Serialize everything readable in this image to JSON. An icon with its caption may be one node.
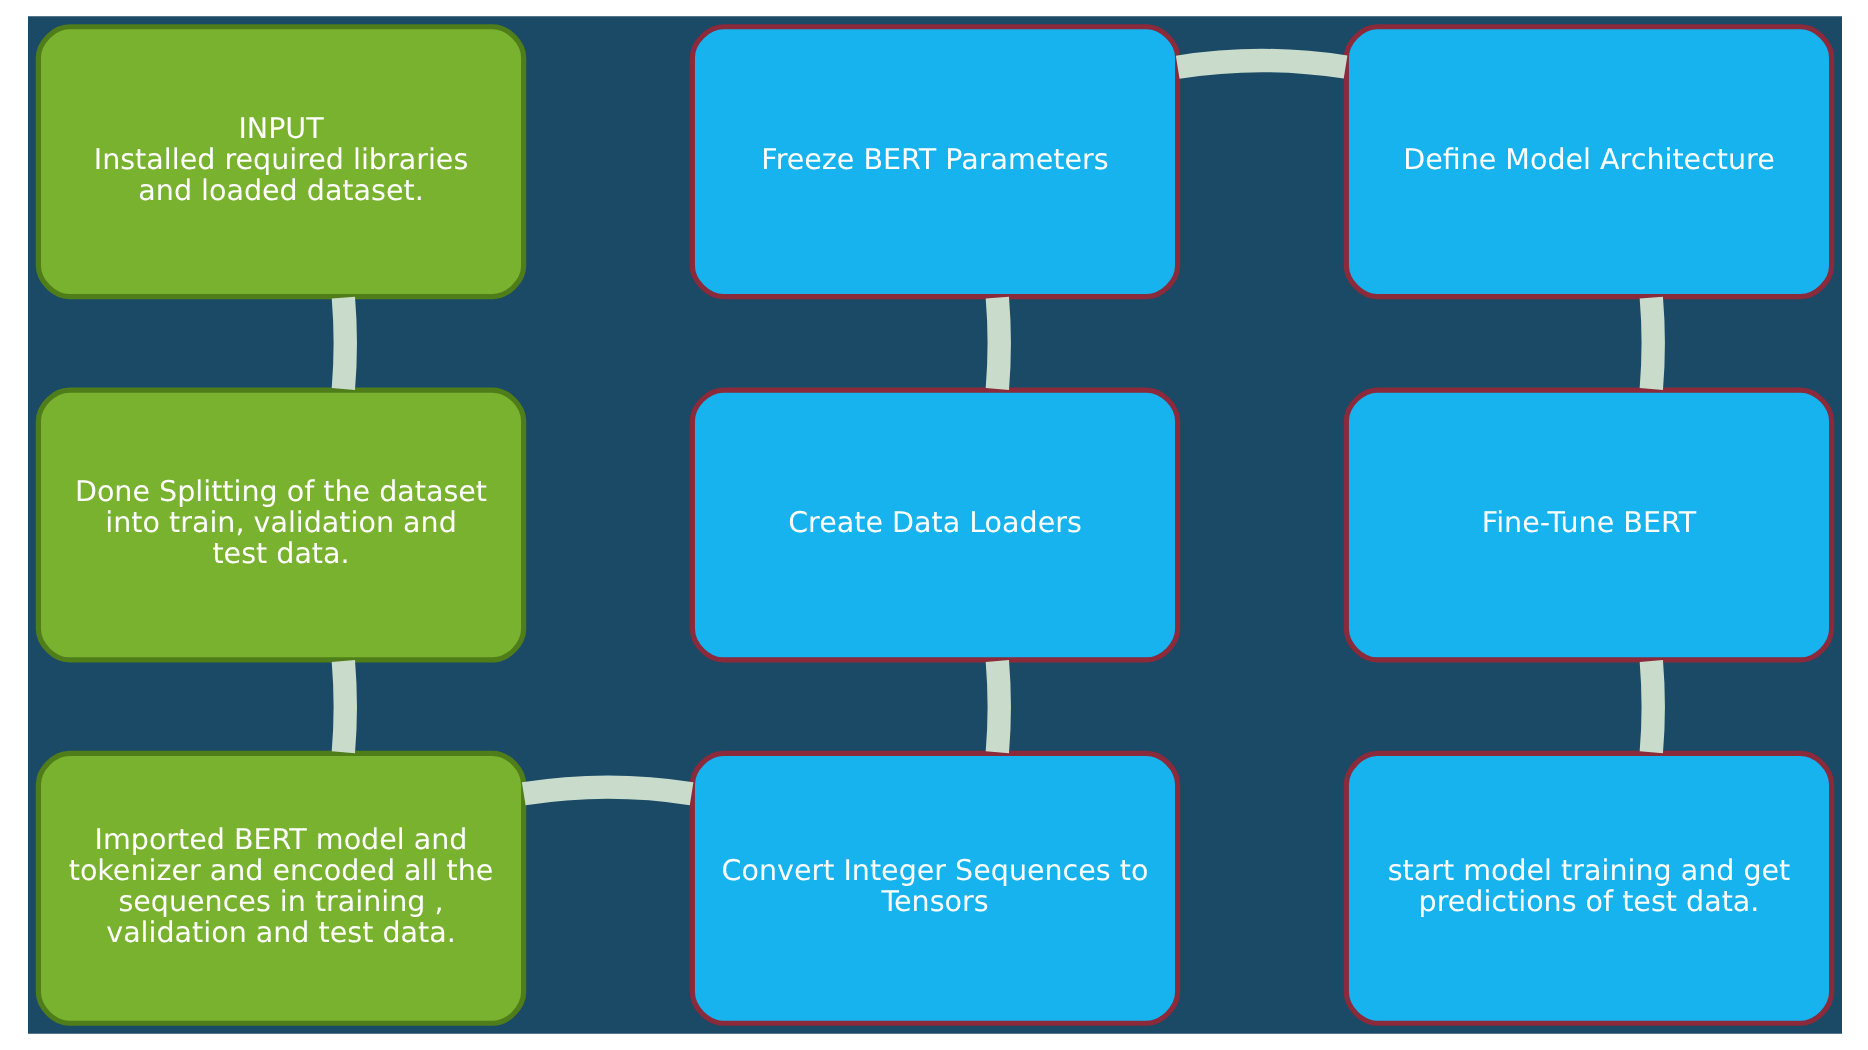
{
  "diagram": {
    "nodes": [
      {
        "text": [
          "INPUT",
          "Installed required libraries and loaded dataset."
        ]
      },
      {
        "text": [
          "Freeze BERT Parameters"
        ]
      },
      {
        "text": [
          "Define Model Architecture"
        ]
      },
      {
        "text": [
          "Done Splitting of the dataset into train, validation and test data."
        ]
      },
      {
        "text": [
          "Create Data Loaders"
        ]
      },
      {
        "text": [
          "Fine-Tune BERT"
        ]
      },
      {
        "text": [
          "Imported BERT model and tokenizer and encoded all the sequences in training , validation and test data."
        ]
      },
      {
        "text": [
          "Convert Integer Sequences to Tensors"
        ]
      },
      {
        "text": [
          "start model training and get predictions of test data."
        ]
      }
    ],
    "edges": [
      {
        "from": 0,
        "to": 3,
        "arrow": "none"
      },
      {
        "from": 3,
        "to": 6,
        "arrow": "none"
      },
      {
        "from": 6,
        "to": 7,
        "arrow": "none"
      },
      {
        "from": 7,
        "to": 4,
        "arrow": "none"
      },
      {
        "from": 4,
        "to": 1,
        "arrow": "none"
      },
      {
        "from": 1,
        "to": 2,
        "arrow": "none"
      },
      {
        "from": 2,
        "to": 5,
        "arrow": "none"
      },
      {
        "from": 5,
        "to": 8,
        "arrow": "none"
      }
    ]
  }
}
